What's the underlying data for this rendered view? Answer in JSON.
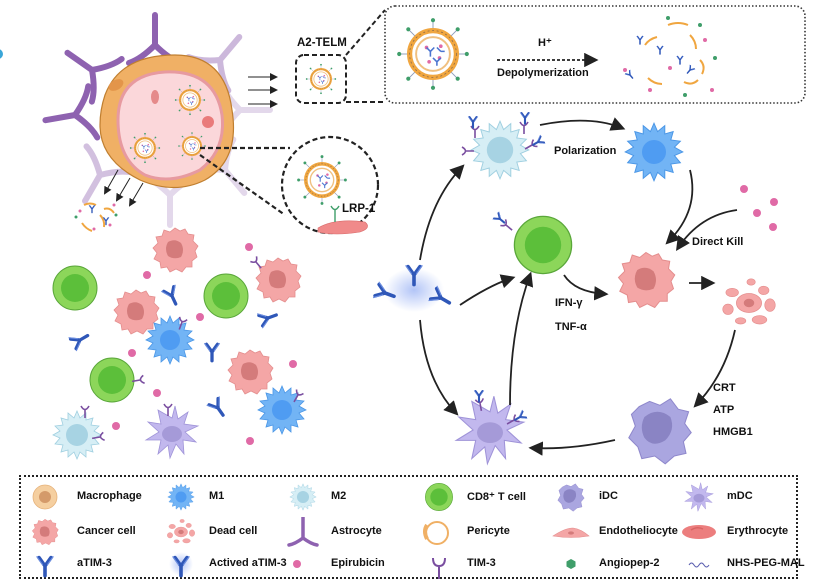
{
  "title": "A2-TELM mechanism schematic",
  "labels": {
    "a2telm": "A2-TELM",
    "h_plus": "H⁺",
    "depolymerization": "Depolymerization",
    "lrp1": "LRP-1",
    "polarization": "Polarization",
    "direct_kill": "Direct Kill",
    "ifn": "IFN-γ",
    "tnf": "TNF-α",
    "crt": "CRT",
    "atp": "ATP",
    "hmgb1": "HMGB1"
  },
  "colors": {
    "cancer": "#f4a6a6",
    "cancer_nucleus": "#d47b7b",
    "tcell": "#8cd65a",
    "tcell_nucleus": "#5cbf3a",
    "m1": "#72b4f5",
    "m1_nucleus": "#4f9cf2",
    "m2": "#d6eef5",
    "m2_nucleus": "#a7d3e3",
    "mdc": "#c2b8ee",
    "idc": "#aaa6e0",
    "antibody": "#2f57b8",
    "astrocyte": "#8e62b0",
    "pericyte": "#f0b065",
    "epirubicin": "#e06aa6",
    "angiopep": "#3f9e6a",
    "vessel_lumen": "#fbd7da"
  },
  "legend": {
    "rows": [
      [
        {
          "icon": "macrophage-icon",
          "label": "Macrophage"
        },
        {
          "icon": "m1-icon",
          "label": "M1"
        },
        {
          "icon": "m2-icon",
          "label": "M2"
        },
        {
          "icon": "cd8-t-cell-icon",
          "label": "CD8⁺ T cell"
        },
        {
          "icon": "idc-icon",
          "label": "iDC"
        },
        {
          "icon": "mdc-icon",
          "label": "mDC"
        }
      ],
      [
        {
          "icon": "cancer-cell-icon",
          "label": "Cancer cell"
        },
        {
          "icon": "dead-cell-icon",
          "label": "Dead cell"
        },
        {
          "icon": "astrocyte-icon",
          "label": "Astrocyte"
        },
        {
          "icon": "pericyte-icon",
          "label": "Pericyte"
        },
        {
          "icon": "endotheliocyte-icon",
          "label": "Endotheliocyte"
        },
        {
          "icon": "erythrocyte-icon",
          "label": "Erythrocyte"
        }
      ],
      [
        {
          "icon": "atim3-icon",
          "label": "aTIM-3"
        },
        {
          "icon": "actived-atim3-icon",
          "label": "Actived aTIM-3"
        },
        {
          "icon": "epirubicin-icon",
          "label": "Epirubicin"
        },
        {
          "icon": "tim3-icon",
          "label": "TIM-3"
        },
        {
          "icon": "angiopep2-icon",
          "label": "Angiopep-2"
        },
        {
          "icon": "nhs-peg-mal-icon",
          "label": "NHS-PEG-MAL"
        }
      ]
    ]
  }
}
